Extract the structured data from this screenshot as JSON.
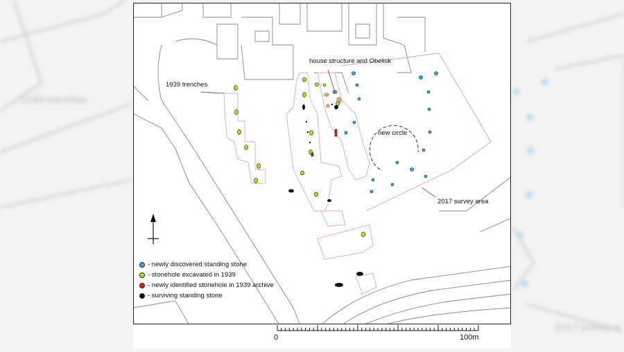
{
  "labels": {
    "trenches_1939": "1939 trenches",
    "house_obelisk": "house structure and Obelisk",
    "new_circle": "new circle",
    "survey_area": "2017 survey area",
    "bg_trenches": "1939 trenches",
    "bg_survey": "2017 survey a"
  },
  "legend": [
    {
      "color": "#2ab3d9",
      "text": "- newly discovered standing stone"
    },
    {
      "color": "#b5dd1a",
      "text": "- stonehole excavated in 1939"
    },
    {
      "color": "#e02020",
      "text": "- newly identified stonehole in 1939 archive"
    },
    {
      "color": "#111111",
      "text": "- surviving standing stone"
    }
  ],
  "scale": {
    "start": "0",
    "end": "100m"
  },
  "icons": {
    "north_arrow": "north-arrow-icon"
  }
}
